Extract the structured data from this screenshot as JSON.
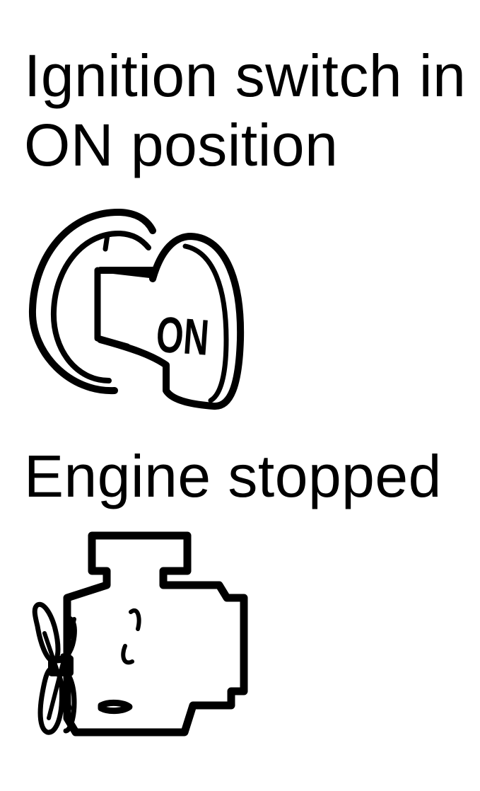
{
  "ignition": {
    "line1": "Ignition switch in",
    "line2": "ON position",
    "key_text": "ON"
  },
  "engine": {
    "label": "Engine stopped"
  },
  "icons": {
    "ignition": "ignition-key-icon",
    "engine": "engine-icon"
  },
  "colors": {
    "ink": "#000000",
    "paper": "#ffffff"
  }
}
